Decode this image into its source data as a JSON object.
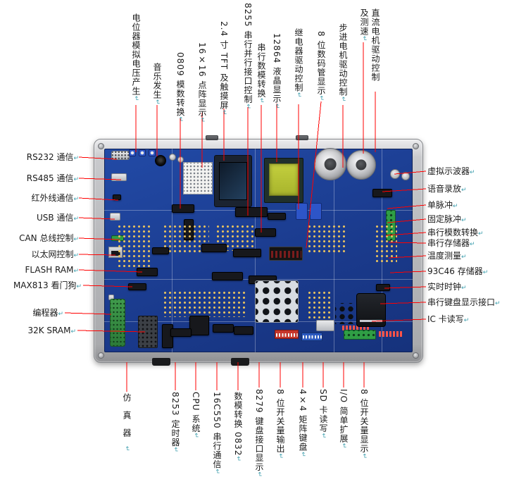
{
  "marks": {
    "eol": "↵"
  },
  "colors": {
    "callout_line": "#ff0000"
  },
  "labels": {
    "top": [
      "电位器模拟电压产生",
      "音乐发生",
      "0809 模数转换",
      "16×16 点阵显示",
      "2.4 寸 TFT 及触摸屏",
      "8255 串行并行接口控制",
      "串行数模转换",
      "12864 液晶显示",
      "继电器驱动控制",
      "8 位数码管显示",
      "步进电机驱动控制",
      "直流电机驱动控制及测速"
    ],
    "left": [
      "RS232 通信",
      "RS485 通信",
      "红外线通信",
      "USB 通信",
      "CAN 总线控制",
      "以太网控制",
      "FLASH RAM",
      "MAX813 看门狗",
      "编程器",
      "32K SRAM"
    ],
    "right": [
      "虚拟示波器",
      "语音录放",
      "单脉冲",
      "固定脉冲",
      "串行模数转换",
      "串行存储器",
      "温度测量",
      "93C46 存储器",
      "实时时钟",
      "串行键盘显示接口",
      "IC 卡读写"
    ],
    "bottom": [
      "仿真器",
      "8253 定时器",
      "CPU 系统",
      "16C550 串行通信",
      "数模转换 0832",
      "8279 键盘接口显示",
      "8 位开关量输出",
      "4×4 矩阵键盘",
      "SD 卡读写",
      "I/O 简单扩展",
      "8 位开关量显示"
    ]
  }
}
